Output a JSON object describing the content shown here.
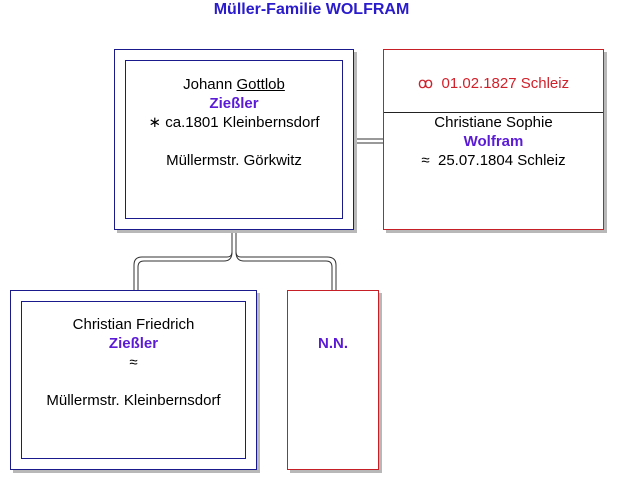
{
  "title": "Müller-Familie WOLFRAM",
  "colors": {
    "title": "#2a1ccc",
    "surname": "#5b1bd6",
    "marriage": "#d0202a",
    "male_border": "#1a1a8c",
    "female_border": "#c62026"
  },
  "father": {
    "first_name": "Johann",
    "called_name": "Gottlob",
    "surname": "Zießler",
    "birth_symbol": "∗",
    "birth": "ca.1801 Kleinbernsdorf",
    "occupation": "Müllermstr. Görkwitz"
  },
  "marriage": {
    "symbol": "ꝏ",
    "date_place": "01.02.1827 Schleiz"
  },
  "mother": {
    "given_names": "Christiane Sophie",
    "surname": "Wolfram",
    "symbol": "≈",
    "date_place": "25.07.1804 Schleiz"
  },
  "child1": {
    "given_names": "Christian Friedrich",
    "surname": "Zießler",
    "symbol": "≈",
    "occupation": "Müllermstr. Kleinbernsdorf"
  },
  "spouse1": {
    "name": "N.N."
  }
}
